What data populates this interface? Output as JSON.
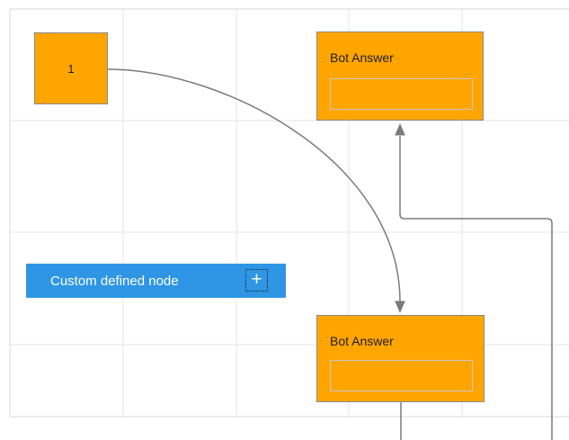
{
  "diagram": {
    "nodes": [
      {
        "id": "node-1",
        "type": "square",
        "label": "1"
      },
      {
        "id": "bot-answer-top",
        "type": "bot-answer",
        "title": "Bot Answer",
        "field_value": ""
      },
      {
        "id": "bot-answer-bottom",
        "type": "bot-answer",
        "title": "Bot Answer",
        "field_value": ""
      }
    ],
    "palette_button": {
      "label": "Custom defined node",
      "plus_icon": "+"
    },
    "connectors": [
      {
        "id": "curve-node1-to-bottom-bot",
        "from": "node-1",
        "to": "bot-answer-bottom",
        "style": "bezier",
        "arrow": "down"
      },
      {
        "id": "elbow-offscreen-to-top-bot",
        "from": "offscreen-bottom",
        "to": "bot-answer-top",
        "style": "orthogonal",
        "arrow": "up"
      },
      {
        "id": "stub-bottom-bot-down",
        "from": "bot-answer-bottom",
        "to": "offscreen-bottom",
        "style": "straight",
        "arrow": "none"
      }
    ],
    "colors": {
      "node_fill": "#FFA500",
      "node_border": "#8A8A8A",
      "node_text": "#1F1F1F",
      "field_border": "#C9C9C9",
      "button_fill": "#2E96E5",
      "button_text": "#FFFFFF",
      "connector": "#7B7B7B",
      "grid_line": "#E4E4E4",
      "canvas_border": "#D8D8D8"
    }
  }
}
